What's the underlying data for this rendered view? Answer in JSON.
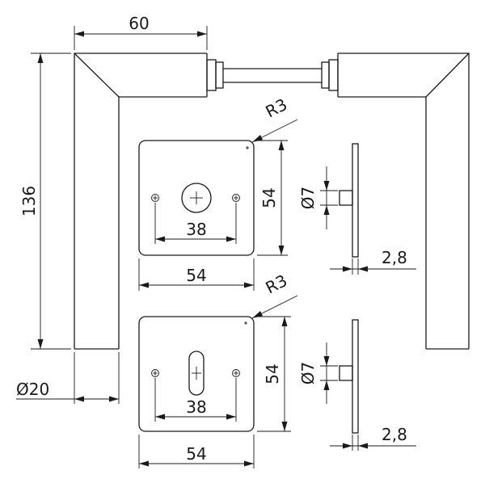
{
  "dimensions": {
    "handle_width": "60",
    "handle_height": "136",
    "handle_diameter": "Ø20",
    "rose_top_radius": "R3",
    "rose_top_height": "54",
    "rose_top_width": "54",
    "rose_top_hole_spacing": "38",
    "rose_top_pin_diameter": "Ø7",
    "rose_top_thickness": "2,8",
    "rose_bottom_radius": "R3",
    "rose_bottom_height": "54",
    "rose_bottom_width": "54",
    "rose_bottom_hole_spacing": "38",
    "rose_bottom_pin_diameter": "Ø7",
    "rose_bottom_thickness": "2,8"
  },
  "colors": {
    "line": "#1a1a1a",
    "background": "#ffffff"
  }
}
